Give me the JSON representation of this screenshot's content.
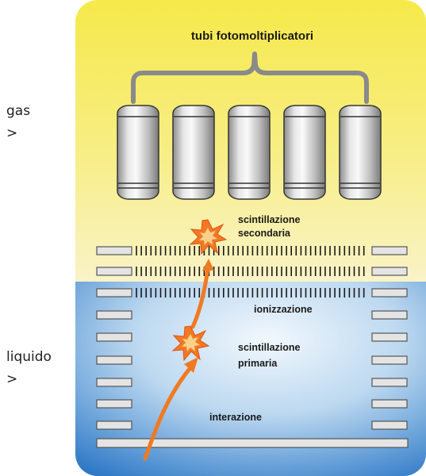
{
  "side_labels": {
    "gas": "gas",
    "gas_arrow": ">",
    "liquid": "liquido",
    "liquid_arrow": ">"
  },
  "diagram": {
    "pmt_label": "tubi fotomoltiplicatori",
    "pmt_count": 5,
    "secondary_line1": "scintillazione",
    "secondary_line2": "secondaria",
    "ionization": "ionizzazione",
    "primary_line1": "scintillazione",
    "primary_line2": "primaria",
    "interaction": "interazione"
  },
  "colors": {
    "gas_top": "#f6e94a",
    "gas_bottom": "#f9f3c8",
    "liquid_light": "#eef6fc",
    "liquid_dark": "#2e78c6",
    "track": "#f07a22",
    "electrode_fill": "#e4e4e4",
    "electrode_stroke": "#555555"
  }
}
